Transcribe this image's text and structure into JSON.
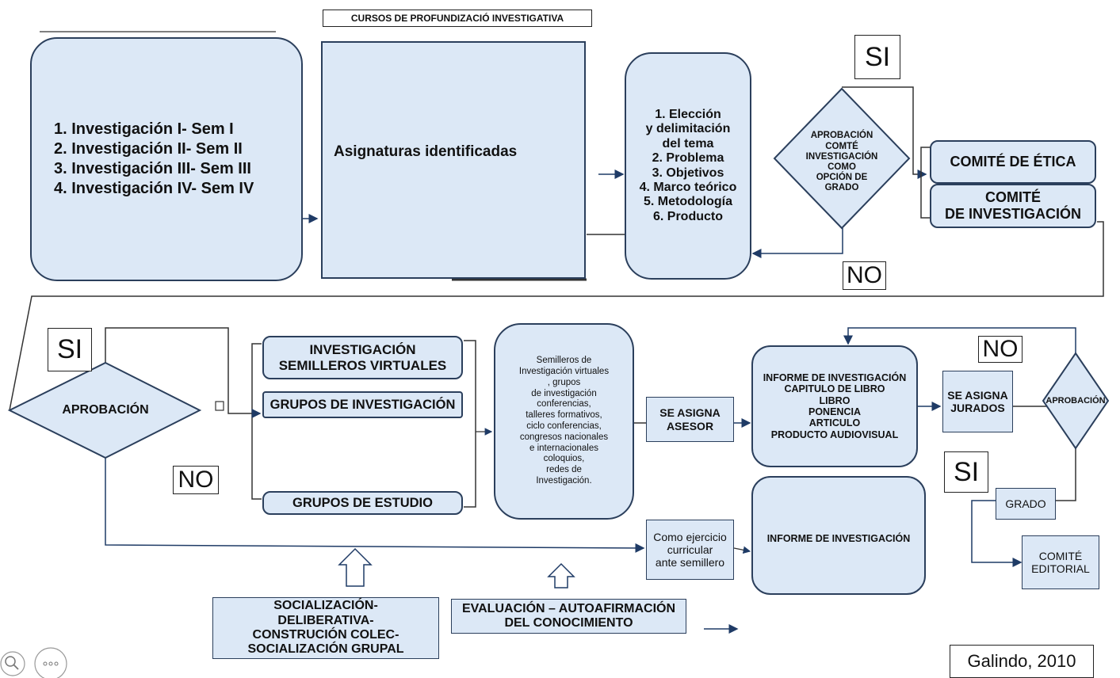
{
  "header": {
    "title": "CURSOS DE PROFUNDIZACIÓ INVESTIGATIVA"
  },
  "top_row": {
    "courses": [
      "1. Investigación I- Sem I",
      "2. Investigación II- Sem II",
      "3. Investigación III- Sem III",
      "4. Investigación IV- Sem IV"
    ],
    "subjects_label": "Asignaturas identificadas",
    "steps": [
      "1. Elección",
      "y delimitación",
      "del tema",
      "2. Problema",
      "3. Objetivos",
      "4. Marco teórico",
      "5. Metodología",
      "6. Producto"
    ],
    "decision_lines": [
      "APROBACIÓN",
      "COMTÉ",
      "INVESTIGACIÓN",
      "COMO",
      "OPCIÓN DE",
      "GRADO"
    ],
    "yes_label": "SI",
    "no_label": "NO",
    "ethics_committee": "COMITÉ DE ÉTICA",
    "research_committee_lines": [
      "COMITÉ",
      "DE INVESTIGACIÓN"
    ]
  },
  "bottom_row": {
    "yes_label": "SI",
    "no_label": "NO",
    "approval_label": "APROBACIÓN",
    "virtual_seedbeds_lines": [
      "INVESTIGACIÓN",
      "SEMILLEROS VIRTUALES"
    ],
    "research_groups": "GRUPOS DE INVESTIGACIÓN",
    "study_groups": "GRUPOS DE ESTUDIO",
    "activities_lines": [
      "Semilleros de",
      "Investigación virtuales",
      ", grupos",
      "de investigación",
      "conferencias,",
      "talleres formativos,",
      "ciclo conferencias,",
      "congresos nacionales",
      "e internacionales",
      "coloquios,",
      "redes de",
      "Investigación."
    ],
    "advisor_lines": [
      "SE ASIGNA",
      "ASESOR"
    ],
    "products_lines": [
      "INFORME DE INVESTIGACIÓN",
      "CAPITULO DE LIBRO",
      "LIBRO",
      "PONENCIA",
      "ARTICULO",
      "PRODUCTO AUDIOVISUAL"
    ],
    "juries_lines": [
      "SE ASIGNA",
      "JURADOS"
    ],
    "no_label_2": "NO",
    "approval_label_2": "APROBACIÓN",
    "yes_label_2": "SI",
    "degree_label": "GRADO",
    "editorial_lines": [
      "COMITÉ",
      "EDITORIAL"
    ],
    "curricular_lines": [
      "Como ejercicio",
      "curricular",
      "ante semillero"
    ],
    "report_label": "INFORME DE INVESTIGACIÓN",
    "socialization_lines": [
      "SOCIALIZACIÓN-",
      "DELIBERATIVA-",
      "CONSTRUCIÓN COLEC-",
      "SOCIALIZACIÓN  GRUPAL"
    ],
    "evaluation_lines": [
      "EVALUACIÓN – AUTOAFIRMACIÓN",
      "DEL CONOCIMIENTO"
    ]
  },
  "footer": {
    "citation": "Galindo, 2010"
  },
  "colors": {
    "fill": "#dce8f6",
    "stroke": "#2b3f5c",
    "arrow": "#1f3b66"
  }
}
